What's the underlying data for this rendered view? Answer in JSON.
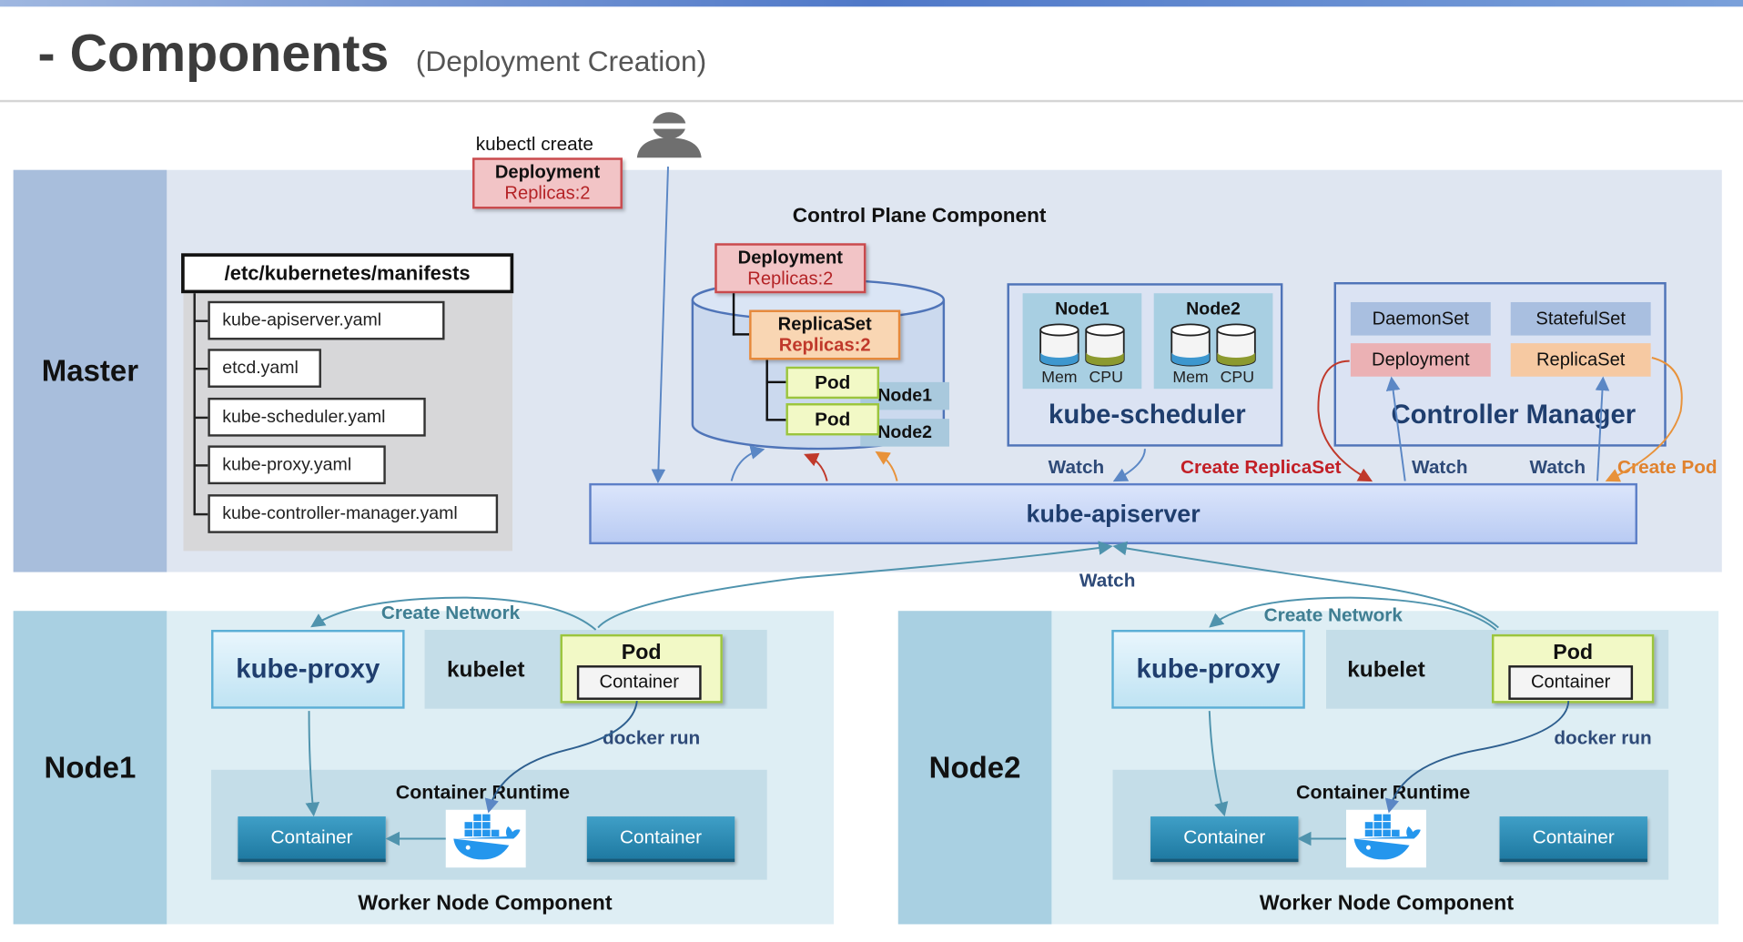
{
  "header": {
    "title": "- Components",
    "subtitle": "(Deployment Creation)"
  },
  "user": {
    "command": "kubectl create"
  },
  "request": {
    "name": "Deployment",
    "replicas": "Replicas:2"
  },
  "master": {
    "label": "Master",
    "manifests": {
      "folder": "/etc/kubernetes/manifests",
      "files": [
        "kube-apiserver.yaml",
        "etcd.yaml",
        "kube-scheduler.yaml",
        "kube-proxy.yaml",
        "kube-controller-manager.yaml"
      ]
    },
    "control_plane_label": "Control Plane Component",
    "etcd": {
      "deployment": {
        "name": "Deployment",
        "replicas": "Replicas:2"
      },
      "replicaset": {
        "name": "ReplicaSet",
        "replicas": "Replicas:2"
      },
      "pods": [
        {
          "name": "Pod",
          "node": "Node1"
        },
        {
          "name": "Pod",
          "node": "Node2"
        }
      ]
    },
    "scheduler": {
      "label": "kube-scheduler",
      "nodes": [
        {
          "name": "Node1",
          "mem": "Mem",
          "cpu": "CPU"
        },
        {
          "name": "Node2",
          "mem": "Mem",
          "cpu": "CPU"
        }
      ],
      "watch": "Watch"
    },
    "controller_manager": {
      "label": "Controller Manager",
      "controllers": [
        "DaemonSet",
        "StatefulSet",
        "Deployment",
        "ReplicaSet"
      ],
      "create_replicaset": "Create ReplicaSet",
      "watch_1": "Watch",
      "watch_2": "Watch",
      "create_pod": "Create Pod"
    },
    "apiserver": "kube-apiserver"
  },
  "watch_nodes": "Watch",
  "nodes": [
    {
      "label": "Node1",
      "create_network": "Create Network",
      "kube_proxy": "kube-proxy",
      "kubelet": "kubelet",
      "pod": "Pod",
      "pod_container": "Container",
      "docker_run": "docker run",
      "runtime": "Container Runtime",
      "containers": [
        "Container",
        "Container"
      ],
      "footer": "Worker Node Component"
    },
    {
      "label": "Node2",
      "create_network": "Create Network",
      "kube_proxy": "kube-proxy",
      "kubelet": "kubelet",
      "pod": "Pod",
      "pod_container": "Container",
      "docker_run": "docker run",
      "runtime": "Container Runtime",
      "containers": [
        "Container",
        "Container"
      ],
      "footer": "Worker Node Component"
    }
  ],
  "colors": {
    "blue_arrow": "#5b87c5",
    "red_arrow": "#c0392b",
    "orange_arrow": "#e8923a",
    "teal_arrow": "#4f93ad"
  }
}
